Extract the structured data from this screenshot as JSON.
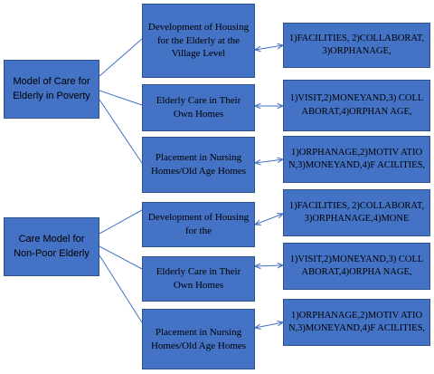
{
  "colors": {
    "box_fill": "#4472c4",
    "box_border": "#2f528f",
    "connector": "#4472c4"
  },
  "groups": [
    {
      "root": "Model of Care for Elderly in Poverty",
      "branches": [
        {
          "model": "Development of Housing for the Elderly at the Village Level",
          "keywords": "1)FACILITIES, 2)COLLABORAT, 3)ORPHANAGE,"
        },
        {
          "model": "Elderly Care in Their Own Homes",
          "keywords": "1)VISIT,2)MONEYAND,3) COLLABORAT,4)ORPHAN AGE,"
        },
        {
          "model": "Placement in Nursing Homes/Old Age Homes",
          "keywords": "1)ORPHANAGE,2)MOTIV ATION,3)MONEYAND,4)F ACILITIES,"
        }
      ]
    },
    {
      "root": "Care Model for Non-Poor Elderly",
      "branches": [
        {
          "model": "Development of Housing for the",
          "keywords": "1)FACILITIES, 2)COLLABORAT, 3)ORPHANAGE,4)MONE"
        },
        {
          "model": "Elderly Care in Their Own Homes",
          "keywords": "1)VISIT,2)MONEYAND,3) COLLABORAT,4)ORPHA NAGE,"
        },
        {
          "model": "Placement in Nursing Homes/Old Age Homes",
          "keywords": "1)ORPHANAGE,2)MOTIV ATION,3)MONEYAND,4)F ACILITIES,"
        }
      ]
    }
  ]
}
